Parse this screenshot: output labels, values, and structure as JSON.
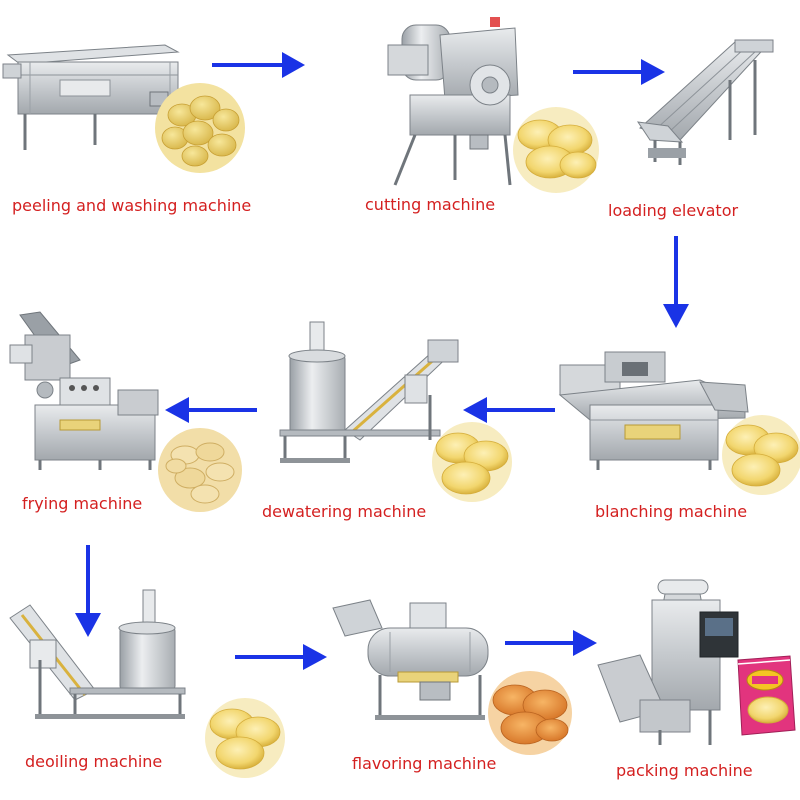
{
  "colors": {
    "label": "#d42020",
    "arrow": "#1a33e6",
    "steel": "#c9ccd0",
    "steel_dark": "#8e9398",
    "frame": "#6f757b",
    "panel": "#d9dcdf",
    "chip": "#f1d56b",
    "chip_dark": "#dcb43a",
    "chip_light": "#fbeaa8"
  },
  "stages": [
    {
      "label": "peeling and washing machine",
      "machine_icon": "washer-machine-icon",
      "product_icon": "potato-pile-icon"
    },
    {
      "label": "cutting machine",
      "machine_icon": "slicer-machine-icon",
      "product_icon": "chips-plate-icon"
    },
    {
      "label": "loading elevator",
      "machine_icon": "conveyor-elevator-icon"
    },
    {
      "label": "blanching machine",
      "machine_icon": "blancher-machine-icon",
      "product_icon": "chips-plate-icon"
    },
    {
      "label": "dewatering machine",
      "machine_icon": "dewatering-machine-icon",
      "product_icon": "chips-plate-icon"
    },
    {
      "label": "frying machine",
      "machine_icon": "fryer-machine-icon",
      "product_icon": "fried-chips-plate-icon"
    },
    {
      "label": "deoiling machine",
      "machine_icon": "deoiling-machine-icon",
      "product_icon": "chips-plate-icon"
    },
    {
      "label": "flavoring machine",
      "machine_icon": "flavoring-drum-icon",
      "product_icon": "seasoned-chips-plate-icon"
    },
    {
      "label": "packing machine",
      "machine_icon": "packing-machine-icon",
      "product_icon": "chip-bag-icon"
    }
  ]
}
